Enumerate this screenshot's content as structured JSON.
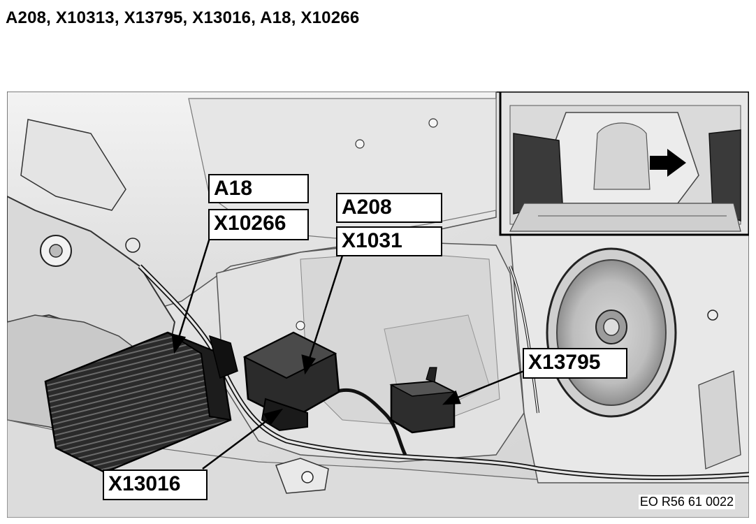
{
  "header": {
    "title": "A208, X10313, X13795, X13016, A18, X10266"
  },
  "callouts": {
    "a18": "A18",
    "x10266": "X10266",
    "a208": "A208",
    "x1031": "X1031",
    "x13795": "X13795",
    "x13016": "X13016"
  },
  "figure_id": "EO R56 61 0022",
  "inset": {
    "arrow_icon": "arrow-right-icon"
  }
}
